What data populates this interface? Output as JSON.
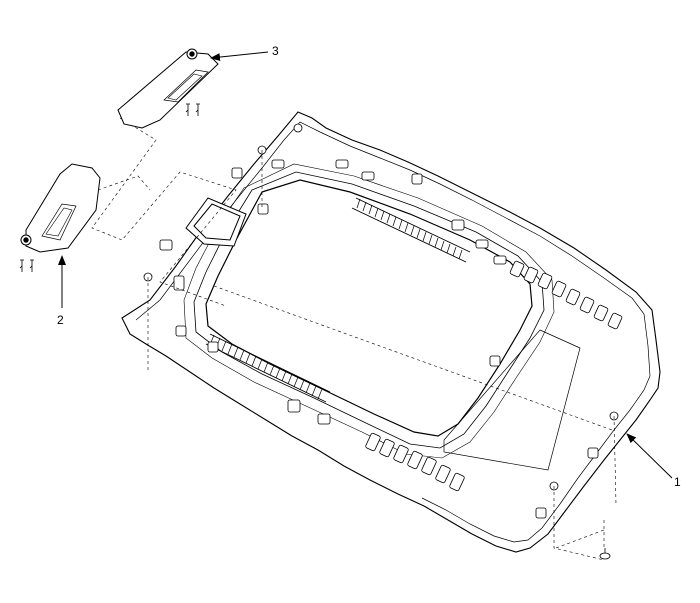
{
  "diagram": {
    "callouts": [
      {
        "id": "headliner",
        "number": "1"
      },
      {
        "id": "sun-visor-left",
        "number": "2"
      },
      {
        "id": "sun-visor-right",
        "number": "3"
      }
    ]
  }
}
